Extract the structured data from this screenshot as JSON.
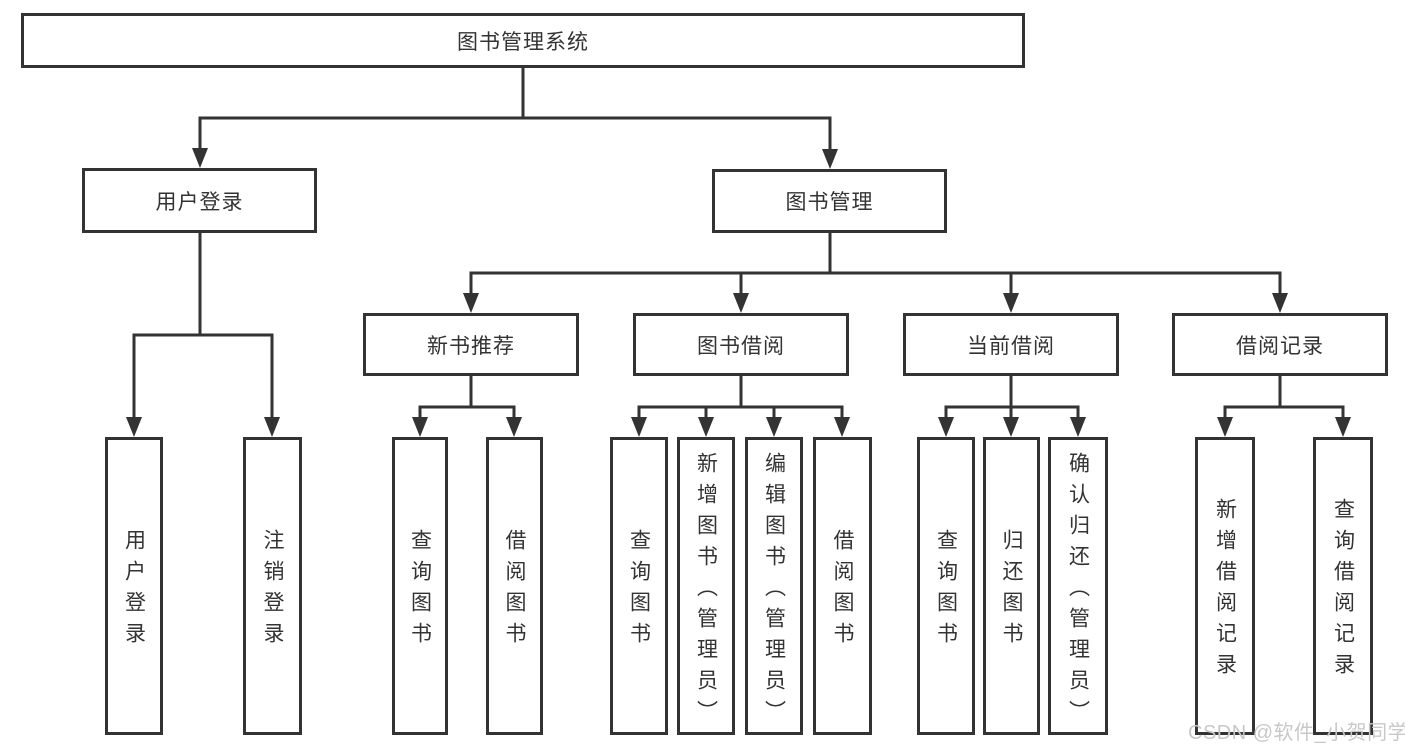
{
  "colors": {
    "line": "#333333",
    "text": "#333333",
    "box_background": "#ffffff",
    "page_background": "#ffffff",
    "watermark": "#c8c8c8"
  },
  "nodes": {
    "root": "图书管理系统",
    "user_login": "用户登录",
    "book_management": "图书管理",
    "new_book_recommend": "新书推荐",
    "book_borrowing": "图书借阅",
    "current_borrowing": "当前借阅",
    "borrowing_records": "借阅记录",
    "leaves": {
      "user_login": "用户登录",
      "logout": "注销登录",
      "recommend_query_books": "查询图书",
      "recommend_borrow_books": "借阅图书",
      "borrowing_query_books": "查询图书",
      "add_books_admin": "新增图书（管理员）",
      "edit_books_admin": "编辑图书（管理员）",
      "borrowing_borrow_books": "借阅图书",
      "current_query_books": "查询图书",
      "return_books": "归还图书",
      "confirm_return_admin": "确认归还（管理员）",
      "add_borrow_record": "新增借阅记录",
      "query_borrow_record": "查询借阅记录"
    }
  },
  "watermark": "CSDN @软件_小贺同学"
}
